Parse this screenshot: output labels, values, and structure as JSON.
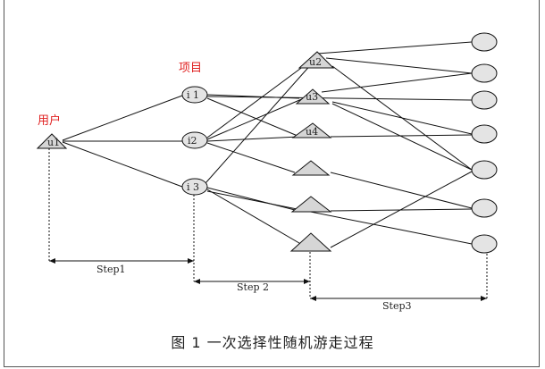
{
  "labels": {
    "user_group": "用户",
    "item_group": "项目"
  },
  "nodes": {
    "u1": "u1",
    "i1": "i 1",
    "i2": "i2",
    "i3": "i 3",
    "u2": "u2",
    "u3": "u3",
    "u4": "u4"
  },
  "steps": {
    "step1": "Step1",
    "step2": "Step 2",
    "step3": "Step3"
  },
  "caption": "图 1   一次选择性随机游走过程",
  "colors": {
    "group_label": "#e02020",
    "node_fill": "#d6d6d6",
    "line": "#111111"
  }
}
